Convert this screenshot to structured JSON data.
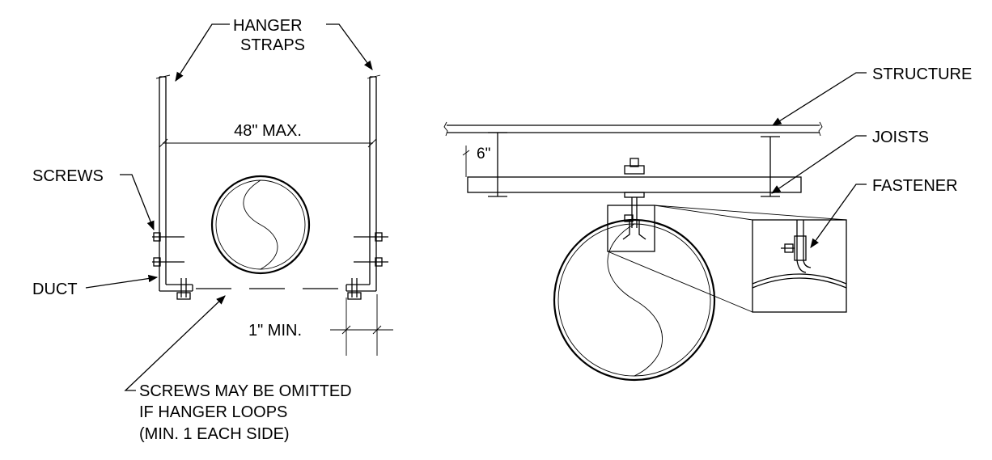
{
  "labels": {
    "hanger_straps_line1": "HANGER",
    "hanger_straps_line2": "STRAPS",
    "max_spacing": "48\" MAX.",
    "screws": "SCREWS",
    "duct": "DUCT",
    "min_spacing": "1\" MIN.",
    "note_line1": "SCREWS MAY BE OMITTED",
    "note_line2": "IF HANGER LOOPS",
    "note_line3": "(MIN. 1 EACH SIDE)",
    "structure": "STRUCTURE",
    "joists": "JOISTS",
    "fastener": "FASTENER",
    "clearance": "6\""
  },
  "colors": {
    "line": "#000000",
    "background": "#ffffff"
  }
}
